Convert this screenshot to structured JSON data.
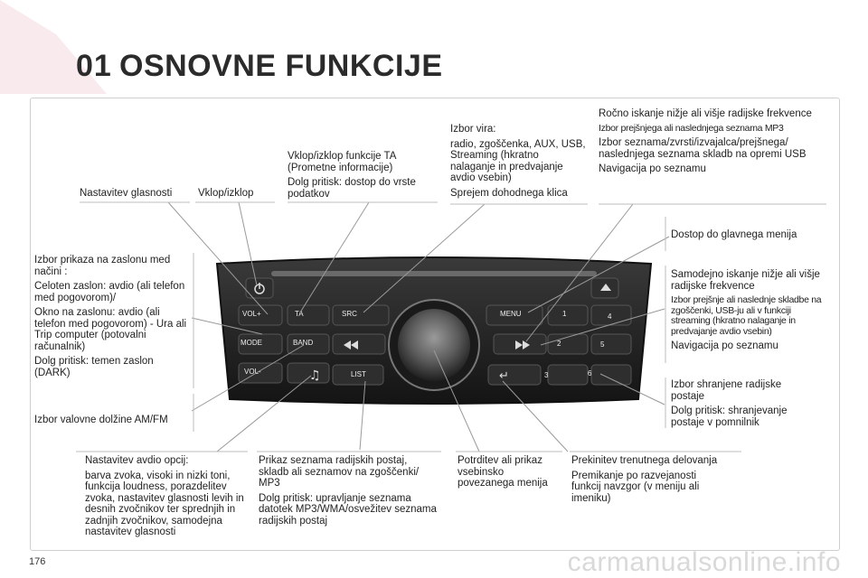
{
  "header": {
    "chapter_number": "01",
    "chapter_title": "OSNOVNE FUNKCIJE"
  },
  "page_number": "176",
  "watermark": "carmanualsonline.info",
  "labels": {
    "volume": "Nastavitev glasnosti",
    "power": "Vklop/izklop",
    "ta_1": "Vklop/izklop funkcije TA (Prometne informacije)",
    "ta_2": "Dolg pritisk: dostop do vrste podatkov",
    "src_1": "Izbor vira:",
    "src_2": "radio, zgoščenka, AUX, USB, Streaming (hkratno nalaganje in predvajanje avdio vsebin)",
    "src_3": "Sprejem dohodnega klica",
    "seek_1": "Ročno iskanje nižje ali višje radijske frekvence",
    "seek_2": "Izbor prejšnjega ali naslednjega seznama MP3",
    "seek_3": "Izbor seznama/zvrsti/izvajalca/prejšnega/ naslednjega seznama skladb na opremi USB",
    "seek_4": "Navigacija po seznamu",
    "menu": "Dostop do glavnega menija",
    "auto_1": "Samodejno iskanje nižje ali višje radijske frekvence",
    "auto_2": "Izbor prejšnje ali naslednje skladbe na zgoščenki, USB-ju ali v funkciji streaming (hkratno nalaganje in predvajanje avdio vsebin)",
    "auto_3": "Navigacija po seznamu",
    "mode_1": "Izbor prikaza na zaslonu med načini :",
    "mode_2": "Celoten zaslon: avdio (ali telefon med pogovorom)/",
    "mode_3": "Okno na zaslonu: avdio (ali telefon med pogovorom) - Ura ali Trip computer (potovalni računalnik)",
    "mode_4": "Dolg pritisk: temen zaslon (DARK)",
    "band": "Izbor valovne dolžine AM/FM",
    "preset_1": "Izbor shranjene radijske postaje",
    "preset_2": "Dolg pritisk: shranjevanje postaje v pomnilnik",
    "audio_1": "Nastavitev avdio opcij:",
    "audio_2": "barva zvoka, visoki in nizki toni, funkcija loudness, porazdelitev zvoka, nastavitev glasnosti levih in desnih zvočnikov ter sprednjih in zadnjih zvočnikov, samodejna nastavitev glasnosti",
    "list_1": "Prikaz seznama radijskih postaj, skladb ali seznamov na zgoščenki/ MP3",
    "list_2": "Dolg pritisk: upravljanje seznama datotek MP3/WMA/osvežitev seznama radijskih postaj",
    "ok": "Potrditev ali prikaz vsebinsko povezanega menija",
    "back_1": "Prekinitev trenutnega delovanja",
    "back_2": "Premikanje po razvejanosti funkcij navzgor (v meniju ali imeniku)"
  },
  "radio_buttons": {
    "vol_plus": "VOL+",
    "ta": "TA",
    "src": "SRC",
    "menu": "MENU",
    "mode": "MODE",
    "band": "BAND",
    "vol_minus": "VOL-",
    "list": "LIST",
    "p1": "1",
    "p2": "2",
    "p3": "3",
    "p4": "4",
    "p5": "5",
    "p6": "6"
  },
  "colors": {
    "header_accent": "#c8102e",
    "panel": "#2a2a2a",
    "button": "#3a3a3a"
  }
}
